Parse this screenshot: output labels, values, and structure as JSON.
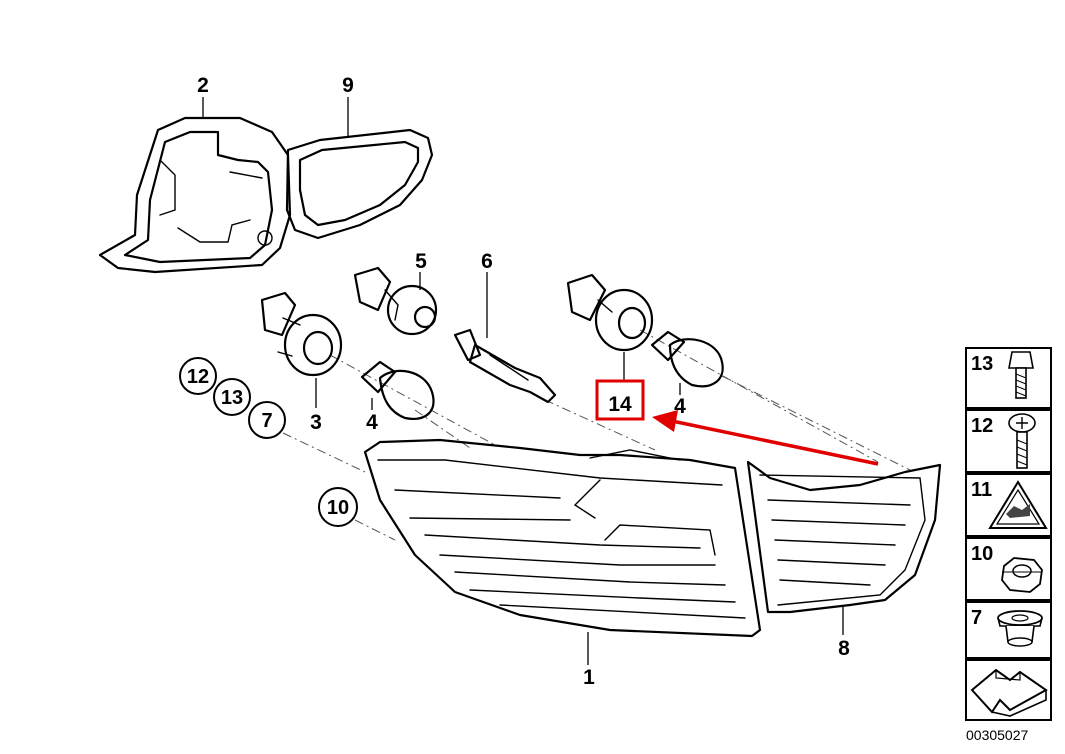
{
  "labels": {
    "p1": "1",
    "p2": "2",
    "p3": "3",
    "p4a": "4",
    "p4b": "4",
    "p5": "5",
    "p6": "6",
    "p7": "7",
    "p8": "8",
    "p9": "9",
    "p10": "10",
    "p12": "12",
    "p13": "13",
    "p14": "14"
  },
  "side_panel": [
    {
      "label": "13",
      "icon": "screw-icon"
    },
    {
      "label": "12",
      "icon": "bolt-icon"
    },
    {
      "label": "11",
      "icon": "warning-triangle-icon"
    },
    {
      "label": "10",
      "icon": "hex-nut-icon"
    },
    {
      "label": "7",
      "icon": "grommet-icon"
    }
  ],
  "diagram_code": "00305027",
  "highlight_color": "#e00000"
}
